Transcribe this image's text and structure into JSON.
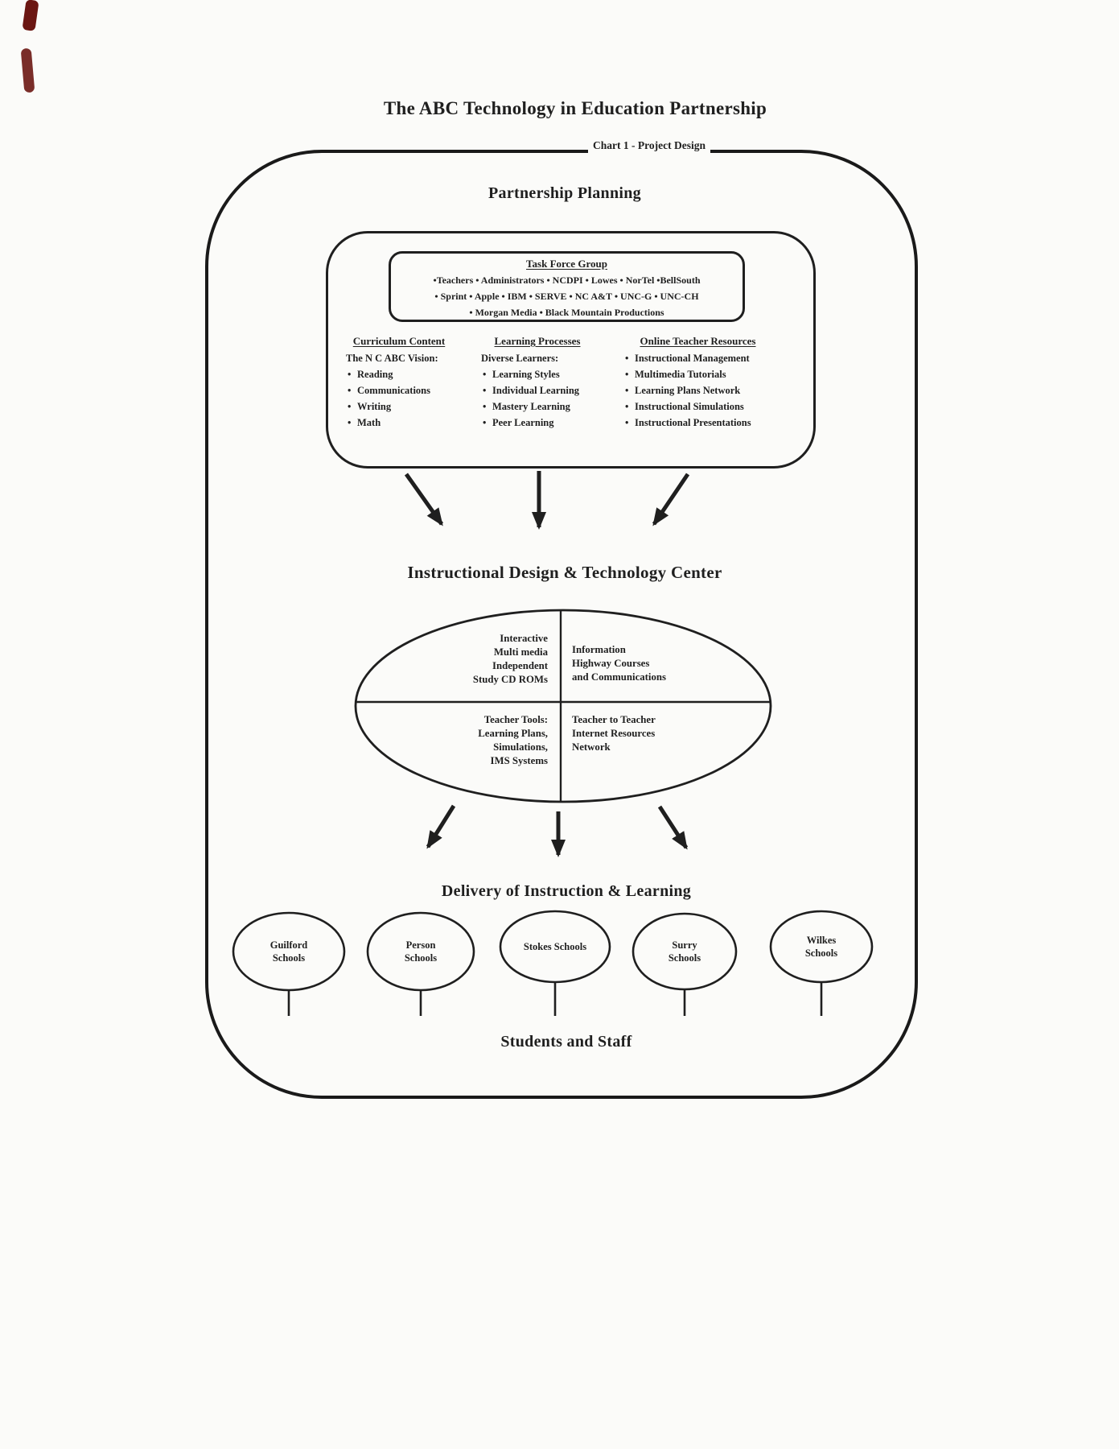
{
  "page": {
    "title": "The ABC Technology in Education Partnership",
    "chart_label": "Chart 1 - Project Design"
  },
  "planning": {
    "heading": "Partnership Planning",
    "task_force": {
      "heading": "Task Force Group",
      "lines": [
        "•Teachers • Administrators • NCDPI • Lowes • NorTel •BellSouth",
        "• Sprint • Apple • IBM • SERVE • NC A&T • UNC-G • UNC-CH",
        "• Morgan Media • Black Mountain Productions"
      ]
    },
    "columns": [
      {
        "heading": "Curriculum Content",
        "subheading": "The N C ABC Vision:",
        "items": [
          "Reading",
          "Communications",
          "Writing",
          "Math"
        ]
      },
      {
        "heading": "Learning Processes",
        "subheading": "Diverse Learners:",
        "items": [
          "Learning Styles",
          "Individual Learning",
          "Mastery Learning",
          "Peer Learning"
        ]
      },
      {
        "heading": "Online Teacher Resources",
        "subheading": "",
        "items": [
          "Instructional Management",
          "Multimedia Tutorials",
          "Learning Plans Network",
          "Instructional Simulations",
          "Instructional Presentations"
        ]
      }
    ]
  },
  "center": {
    "heading": "Instructional Design & Technology Center",
    "quadrants": {
      "top_left": "Interactive\nMulti media\nIndependent\nStudy CD ROMs",
      "top_right": "Information\nHighway Courses\nand Communications",
      "bottom_left": "Teacher Tools:\nLearning Plans,\nSimulations,\nIMS Systems",
      "bottom_right": "Teacher to Teacher\nInternet Resources\nNetwork"
    }
  },
  "delivery": {
    "heading": "Delivery of Instruction & Learning",
    "schools": [
      "Guilford\nSchools",
      "Person\nSchools",
      "Stokes Schools",
      "Surry\nSchools",
      "Wilkes\nSchools"
    ]
  },
  "footer": {
    "label": "Students and Staff"
  },
  "colors": {
    "ink": "#1f1f1f",
    "paper": "#fbfbf9",
    "artifact": "#6b1612"
  }
}
